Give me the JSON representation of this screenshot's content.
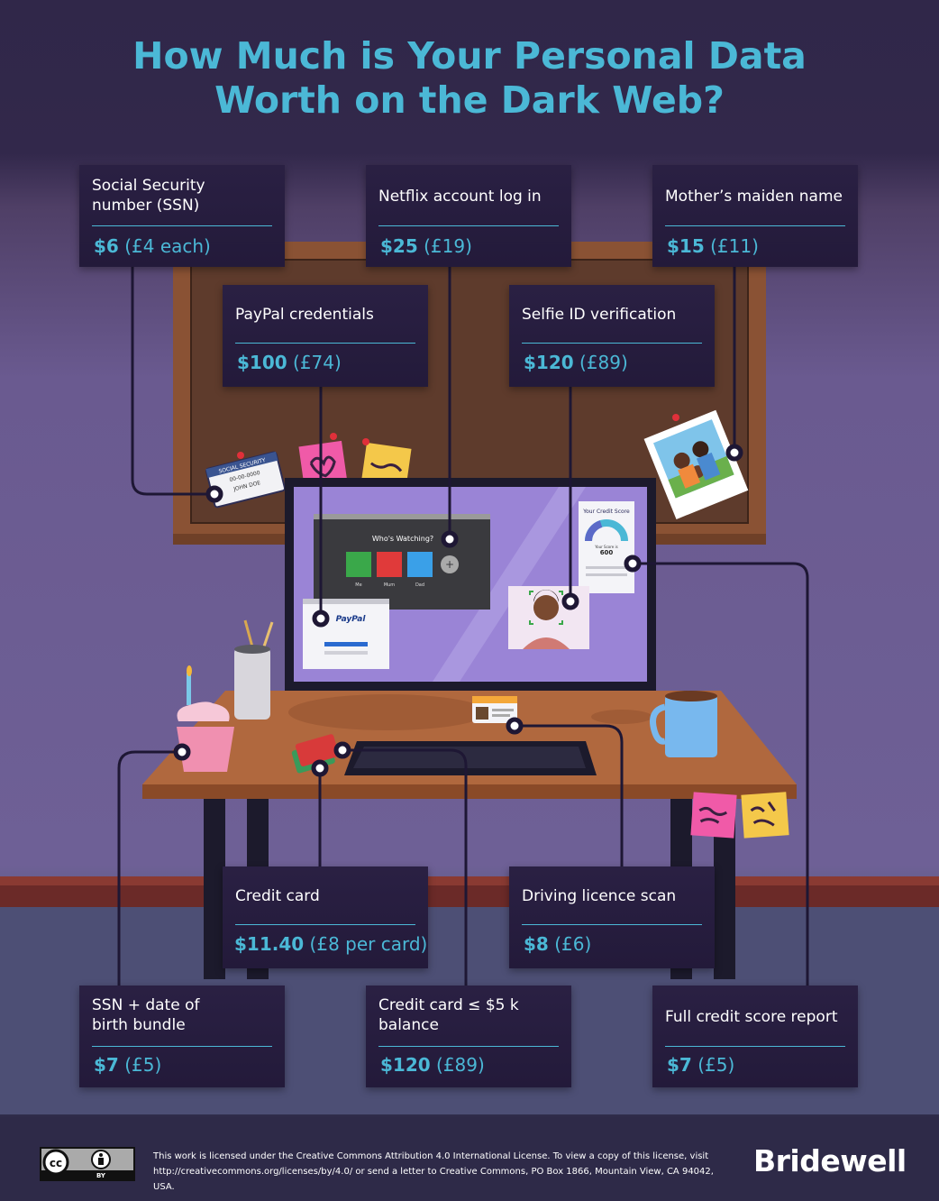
{
  "title": {
    "line1": "How Much is Your Personal Data",
    "line2": "Worth on the Dark Web?"
  },
  "cards": [
    {
      "id": "ssn",
      "label_lines": [
        "Social Security",
        "number (SSN)"
      ],
      "price_usd": "$6",
      "price_gbp": "(£4 each)"
    },
    {
      "id": "netflix",
      "label_lines": [
        "Netflix account log in"
      ],
      "price_usd": "$25",
      "price_gbp": "(£19)"
    },
    {
      "id": "maiden",
      "label_lines": [
        "Mother’s maiden name"
      ],
      "price_usd": "$15",
      "price_gbp": "(£11)"
    },
    {
      "id": "paypal",
      "label_lines": [
        "PayPal credentials"
      ],
      "price_usd": "$100",
      "price_gbp": "(£74)"
    },
    {
      "id": "selfie",
      "label_lines": [
        "Selfie ID verification"
      ],
      "price_usd": "$120",
      "price_gbp": "(£89)"
    },
    {
      "id": "creditcard",
      "label_lines": [
        "Credit card"
      ],
      "price_usd": "$11.40",
      "price_gbp": "(£8 per card)"
    },
    {
      "id": "driving",
      "label_lines": [
        "Driving licence scan"
      ],
      "price_usd": "$8",
      "price_gbp": "(£6)"
    },
    {
      "id": "ssn-dob",
      "label_lines": [
        "SSN + date of",
        "birth bundle"
      ],
      "price_usd": "$7",
      "price_gbp": "(£5)"
    },
    {
      "id": "cc5k",
      "label_lines": [
        "Credit card ≤ $5 k",
        "balance"
      ],
      "price_usd": "$120",
      "price_gbp": "(£89)"
    },
    {
      "id": "creditreport",
      "label_lines": [
        "Full credit score report"
      ],
      "price_usd": "$7",
      "price_gbp": "(£5)"
    }
  ],
  "screen": {
    "netflix_prompt": "Who's Watching?",
    "profiles": [
      "Me",
      "Mum",
      "Dad"
    ],
    "paypal_logo": "PayPal",
    "credit_widget_title": "Your Credit Score",
    "credit_widget_sub": "Your Score is",
    "credit_widget_score": "600"
  },
  "ssn_card": {
    "heading": "SOCIAL SECURITY",
    "number": "00-00-0000",
    "name": "JOHN DOE"
  },
  "footer": {
    "license_line1": "This work is licensed under the Creative Commons Attribution 4.0 International License. To view a copy of this license, visit",
    "license_line2": "http://creativecommons.org/licenses/by/4.0/ or send a letter to Creative Commons, PO Box 1866, Mountain View, CA 94042, USA.",
    "cc_badge_label": "BY",
    "cc_symbol": "cc",
    "brand": "Bridewell"
  },
  "colors": {
    "accent": "#4bb8d6",
    "card_bg": "#231a3a",
    "connector": "#1e1734",
    "board_frame": "#8a5234",
    "board_fill": "#5e3b2c",
    "desk": "#b0683e",
    "screen_bg": "#9a84d6",
    "sticky_pink": "#f05aa8",
    "sticky_yellow": "#f4c84a"
  }
}
